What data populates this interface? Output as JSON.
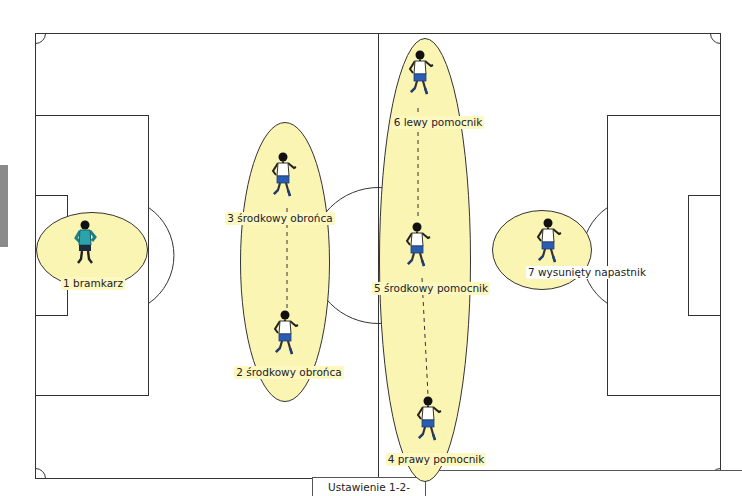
{
  "diagram": {
    "caption": "Ustawienie 1-2-",
    "nodes": [
      {
        "text": [
          "1 bramkarz"
        ]
      },
      {
        "text": [
          "3 środkowy obrońca",
          "2 środkowy obrońca"
        ]
      },
      {
        "text": [
          "6 lewy pomocnik",
          "5 środkowy pomocnik",
          "4 prawy pomocnik"
        ]
      },
      {
        "text": [
          "7 wysunięty napastnik"
        ]
      }
    ]
  }
}
